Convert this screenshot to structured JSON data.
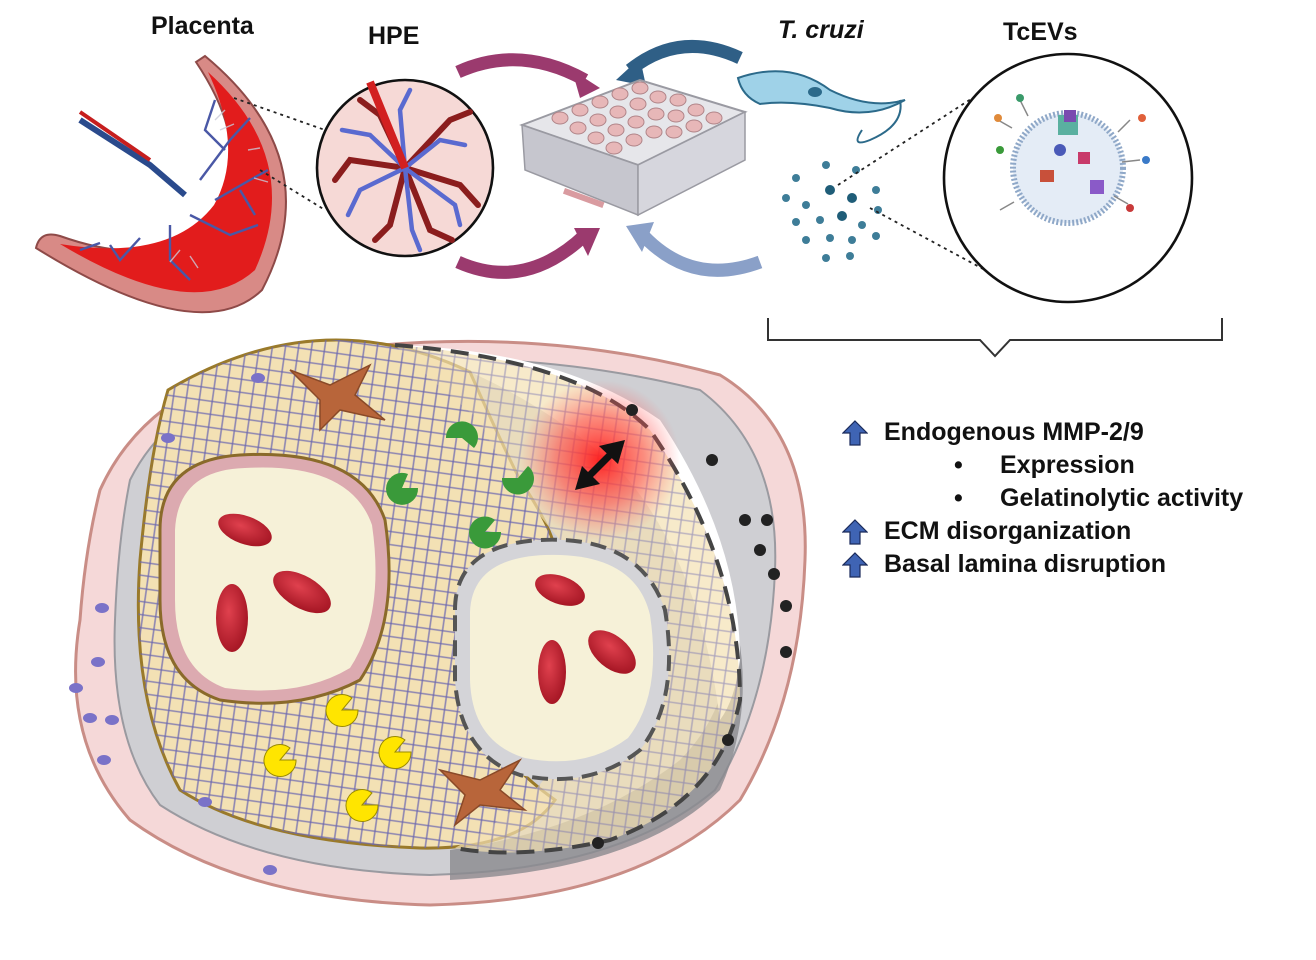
{
  "labels": {
    "placenta": "Placenta",
    "hpe": "HPE",
    "t_cruzi": "T. cruzi",
    "tcevs": "TcEVs"
  },
  "effects": {
    "main": [
      {
        "label": "Endogenous MMP-2/9",
        "icon": "up-arrow-icon"
      },
      {
        "label": "ECM disorganization",
        "icon": "up-arrow-icon"
      },
      {
        "label": "Basal lamina disruption",
        "icon": "up-arrow-icon"
      }
    ],
    "sub_bullet": "•",
    "sub": [
      "Expression",
      "Gelatinolytic activity"
    ]
  },
  "colors": {
    "arrow_magenta": "#9b3a6e",
    "arrow_blue_dark": "#2f5f86",
    "arrow_blue_light": "#8aa0c8",
    "up_arrow": "#3f64b4",
    "blood_red": "#c0222f",
    "matrix_yellow": "#f3e1b4",
    "mmp_green": "#3a9a3a",
    "mmp_yellow": "#ffe500",
    "fibroblast": "#b8653a"
  }
}
